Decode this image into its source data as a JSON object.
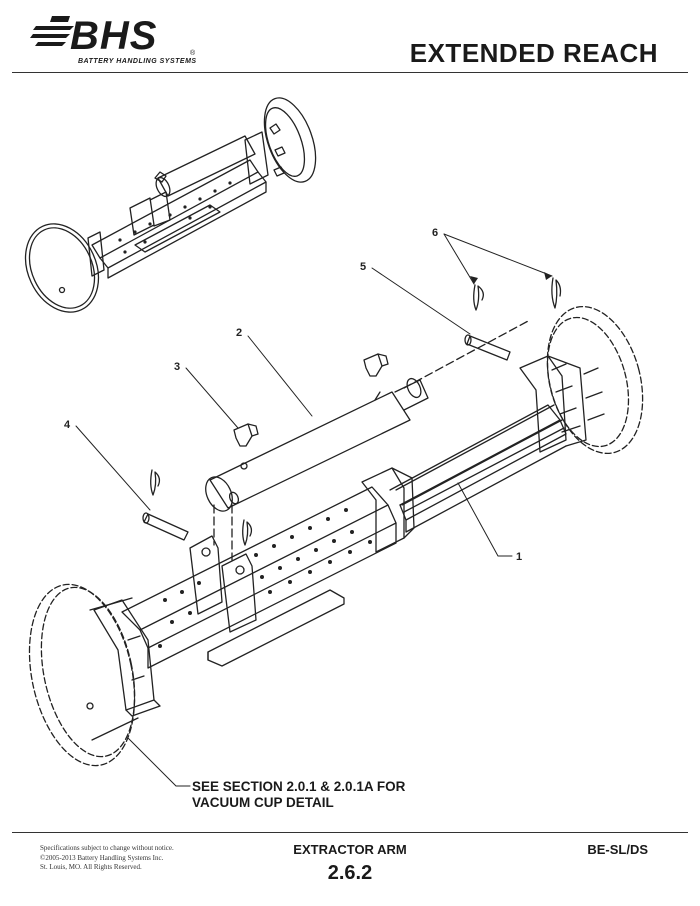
{
  "header": {
    "logo_text": "BHS",
    "logo_tagline": "BATTERY HANDLING SYSTEMS",
    "logo_reg_mark": "®",
    "title": "EXTENDED REACH"
  },
  "callouts": [
    {
      "number": "1"
    },
    {
      "number": "2"
    },
    {
      "number": "3"
    },
    {
      "number": "4"
    },
    {
      "number": "5"
    },
    {
      "number": "6"
    }
  ],
  "note": {
    "line1": "SEE SECTION 2.0.1 & 2.0.1A FOR",
    "line2": "VACUUM CUP DETAIL"
  },
  "footer": {
    "fine_print": [
      "Specifications subject to change without notice.",
      "©2005-2013 Battery Handling Systems Inc.",
      "St. Louis, MO.  All Rights Reserved."
    ],
    "section_name": "EXTRACTOR ARM",
    "section_number": "2.6.2",
    "model": "BE-SL/DS"
  },
  "icons": {
    "logo": "bhs-logo-icon"
  }
}
